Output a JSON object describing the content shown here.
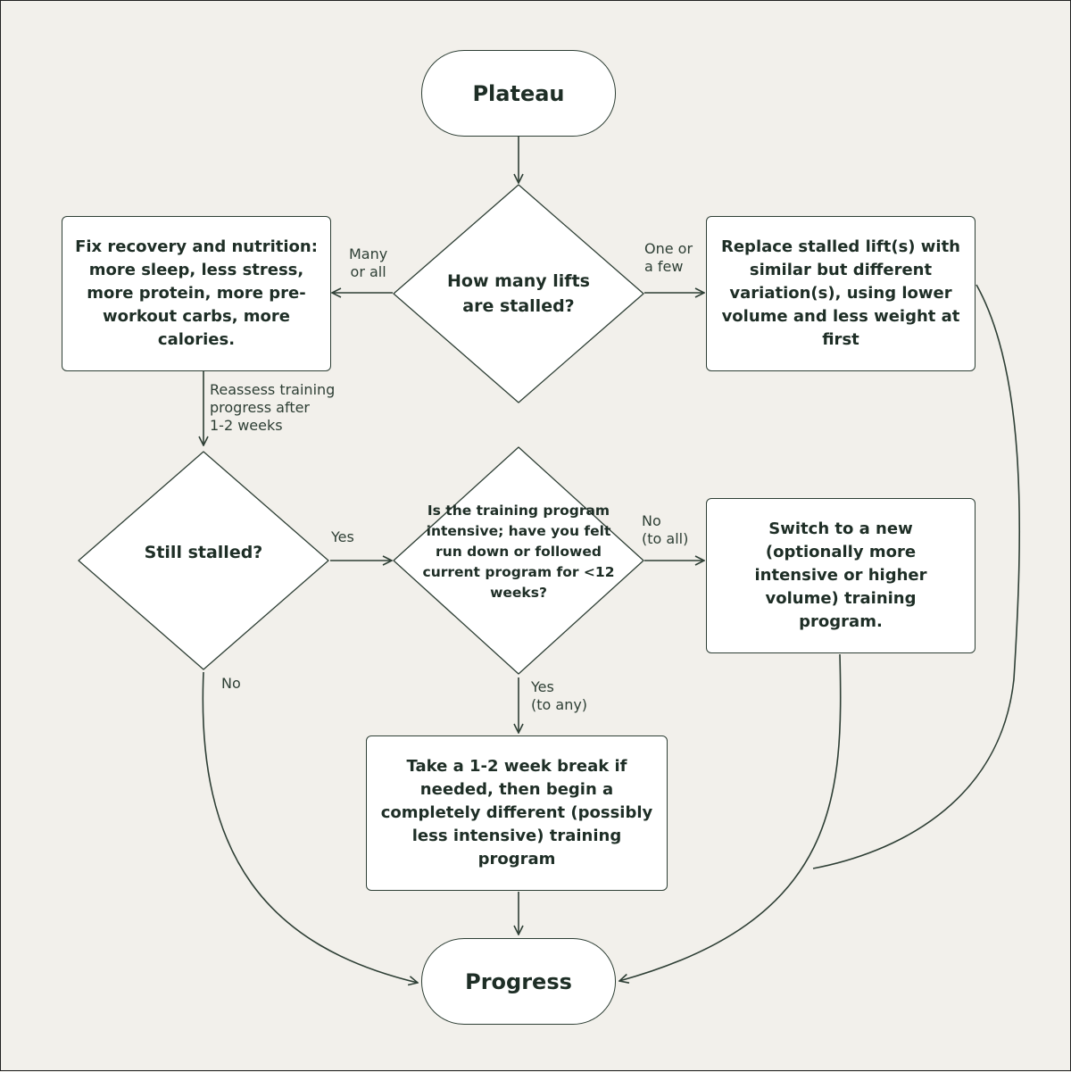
{
  "colors": {
    "background": "#f2f0eb",
    "node_fill": "#ffffff",
    "stroke": "#2e3f35",
    "text": "#1e2e26"
  },
  "nodes": {
    "plateau": "Plateau",
    "how_many_lifts": "How many lifts are stalled?",
    "fix_recovery": "Fix recovery and nutrition: more sleep, less stress, more protein, more pre-workout carbs, more calories.",
    "replace_lifts": "Replace stalled lift(s) with similar but different variation(s), using lower volume and less weight at first",
    "still_stalled": "Still stalled?",
    "is_intensive": "Is the training program intensive; have you felt run down or followed current program for <12 weeks?",
    "switch_program": "Switch to a new (optionally more intensive or higher volume) training program.",
    "take_break": "Take a 1-2 week break if needed, then begin a completely different (possibly less intensive) training program",
    "progress": "Progress"
  },
  "edge_labels": {
    "many_or_all": "Many\nor all",
    "one_or_few": "One or\na few",
    "reassess": "Reassess training\nprogress after\n1-2 weeks",
    "yes": "Yes",
    "no_to_all": "No\n(to all)",
    "yes_to_any": "Yes\n(to any)",
    "no": "No"
  }
}
